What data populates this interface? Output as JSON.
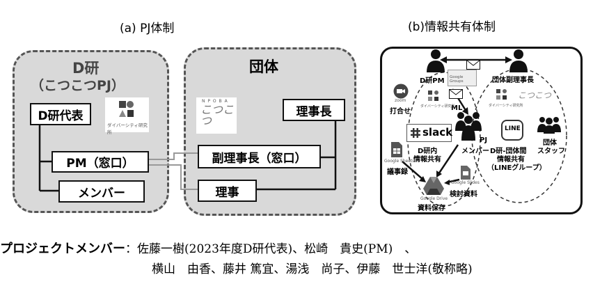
{
  "captions": {
    "left": "(a) PJ体制",
    "right": "(b)情報共有体制"
  },
  "left_diagram": {
    "group_d": {
      "title": "D研",
      "subtitle": "（こつこつPJ）"
    },
    "group_org": {
      "title": "団体"
    },
    "boxes": {
      "d_rep": "D研代表",
      "pm": "PM（窓口）",
      "member": "メンバー",
      "chair": "理事長",
      "vice_chair": "副理事長（窓口）",
      "director": "理事"
    },
    "logo_diversity": "ダイバーシティ研究所",
    "logo_org_top": "N P O B A",
    "logo_org_bottom": "こつこつ"
  },
  "right_diagram": {
    "labels": {
      "d_pm": "D研PM",
      "vice": "団体副理事長",
      "zoom_brand": "zoom",
      "meeting": "打合せ",
      "ml": "ML",
      "google_groups": "Google Groups",
      "slack": "slack",
      "slack_caption_1": "D研内",
      "slack_caption_2": "情報共有",
      "pj_1": "PJ",
      "pj_2": "メンバー",
      "line": "LINE",
      "line_caption_1": "D研-団体間",
      "line_caption_2": "情報共有",
      "line_caption_3": "（LINEグループ）",
      "staff_1": "団体",
      "staff_2": "スタッフ",
      "sheets_brand": "Google Sheets",
      "minutes": "議事録",
      "slides_brand": "Google Slides",
      "review_docs": "検討資料",
      "drive_brand": "Google Drive",
      "doc_storage": "資料保存",
      "diversity_small": "ダイバーシティ研究所",
      "kotsu_small": "こつこつ"
    }
  },
  "footer": {
    "label": "プロジェクトメンバー",
    "line1": "：佐藤一樹(2023年度D研代表)、松崎　貴史(PM)　、",
    "line2": "横山　由香、藤井 篤宜、湯浅　尚子、伊藤　世士洋(敬称略)"
  },
  "colors": {
    "group_fill": "#d9d9d9",
    "group_border": "#555555",
    "box_border": "#111111",
    "right_panel_bg": "#ffffff"
  }
}
